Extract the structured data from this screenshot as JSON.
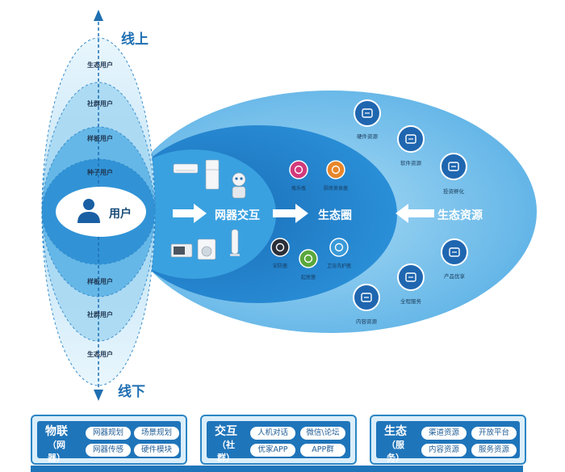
{
  "axis": {
    "top": "线上",
    "bottom": "线下"
  },
  "rings": {
    "upper": [
      "生态用户",
      "社群用户",
      "样板用户",
      "种子用户"
    ],
    "lower": [
      "样板用户",
      "社群用户",
      "生态用户"
    ]
  },
  "center_user": "用户",
  "flow": {
    "interaction": "网器交互",
    "ecosystem": "生态圈",
    "resources": "生态资源"
  },
  "ecosystem_apps": [
    "瓶乐瓶",
    "厨房美食菌",
    "安防菌",
    "起居菌",
    "卫浴洗护菌"
  ],
  "resources": [
    "硬件资源",
    "软件资源",
    "投资孵化",
    "产品优享",
    "全程服务",
    "内容资源"
  ],
  "icons": {
    "user": "user-icon",
    "devices": [
      "air-conditioner-icon",
      "refrigerator-icon",
      "robot-icon",
      "microwave-icon",
      "washing-machine-icon",
      "tower-fan-icon"
    ],
    "apps": [
      "bottle-app-icon",
      "kitchen-app-icon",
      "security-app-icon",
      "living-app-icon",
      "bath-app-icon"
    ],
    "resources": [
      "hardware-icon",
      "software-icon",
      "investment-icon",
      "product-icon",
      "service-icon",
      "content-icon"
    ]
  },
  "panels": [
    {
      "title": "物联",
      "subtitle": "（网器）",
      "chips": [
        "网器规划",
        "场景规划",
        "网器传感",
        "硬件模块"
      ]
    },
    {
      "title": "交互",
      "subtitle": "（社群）",
      "chips": [
        "人机对话",
        "微信\\论坛",
        "优家APP",
        "APP群"
      ]
    },
    {
      "title": "生态",
      "subtitle": "（服务）",
      "chips": [
        "渠道资源",
        "开放平台",
        "内容资源",
        "服务资源"
      ]
    }
  ],
  "colors": {
    "dark_blue": "#1f75ba",
    "mid_blue": "#2f95d6",
    "light_blue": "#7cc3ec",
    "pale_blue": "#d8eefa"
  }
}
